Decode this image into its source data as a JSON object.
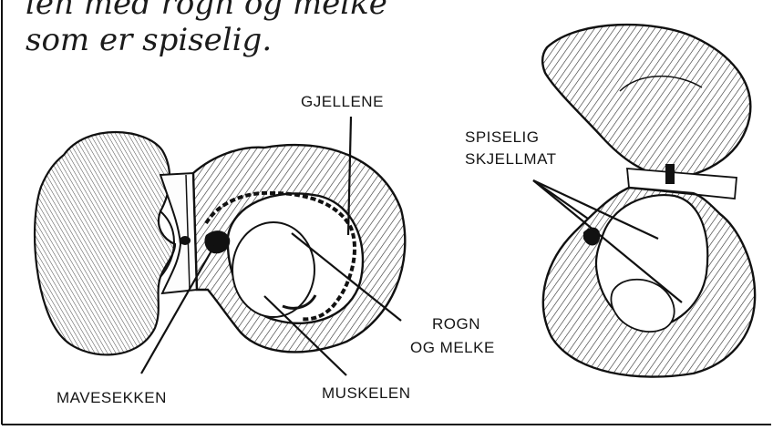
{
  "caption": {
    "line1": "len med rogn og melke",
    "line2": "som er spiselig."
  },
  "labels": {
    "gills": "GJELLENE",
    "edible_line1": "SPISELIG",
    "edible_line2": "SKJELLMAT",
    "roe_line1": "ROGN",
    "roe_line2": "OG MELKE",
    "stomach": "MAVESEKKEN",
    "muscle": "MUSKELEN"
  }
}
